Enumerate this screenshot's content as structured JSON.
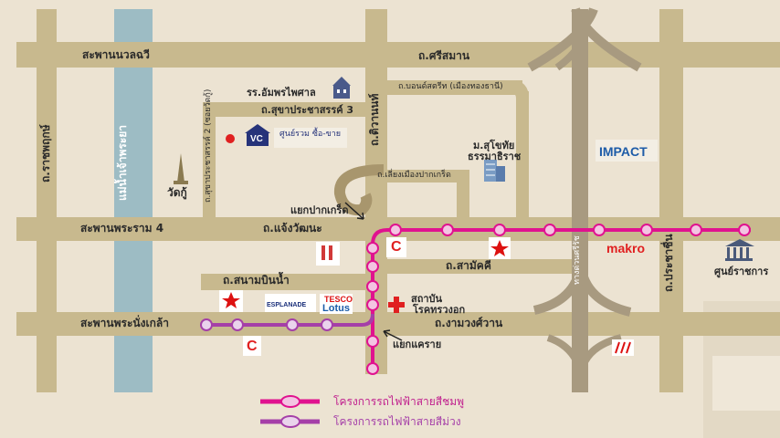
{
  "roads": {
    "top_bridge": "สะพานนวลฉวี",
    "top_right": "ถ.ศรีสมาน",
    "left_vertical": "ถ.ราชพฤกษ์",
    "river": "แม่น้ำเจ้าพระยา",
    "bridge_rama4": "สะพานพระราม 4",
    "chaengwattana": "ถ.แจ้งวัฒนะ",
    "sanambinnam": "ถ.สนามบินน้ำ",
    "bridge_nangklao": "สะพานพระนั่งเกล้า",
    "ngamwongwan": "ถ.งามวงศ์วาน",
    "tiwanon": "ถ.ติวานนท์",
    "sukhaprachasan3": "ถ.สุขาประชาสรรค์ 3",
    "sukhaprachasan2": "ถ.สุขาประชาสรรค์ 2 (ซอยวัดกู้)",
    "bondstreet": "ถ.บอนด์สตรีท (เมืองทองธานี)",
    "chaloemprakiat": "ถ.เลี่ยงเมืองปากเกร็ด",
    "samakkhi": "ถ.สามัคคี",
    "prachachuen": "ถ.ประชาชื่น",
    "expressway": "ทางด่วนศรีรัช"
  },
  "places": {
    "school": "รร.อัมพรไพศาล",
    "wat": "วัดกู้",
    "university": "ม.สุโขทัย",
    "university2": "ธรรมาธิราช",
    "pakkret_junction": "แยกปากเกร็ด",
    "khaerai_junction": "แยกแคราย",
    "institute1": "สถาบัน",
    "institute2": "โรคทรวงอก",
    "government_center": "ศูนย์ราชการ",
    "vc_name": "ศูนย์รวม ซื้อ-ขาย",
    "vc_logo": "VC"
  },
  "brands": {
    "impact": "IMPACT",
    "makro": "makro",
    "esplanade": "ESPLANADE",
    "tesco": "TESCO",
    "lotus": "Lotus",
    "tesco_big_c": "C"
  },
  "legend": {
    "pink_line": "โครงการรถไฟฟ้าสายสีชมพู",
    "purple_line": "โครงการรถไฟฟ้าสายสีม่วง"
  },
  "colors": {
    "background": "#ece3d2",
    "road": "#c8b98e",
    "river": "#9dbcc4",
    "pink_line": "#e0128f",
    "purple_line": "#a53fa8"
  }
}
